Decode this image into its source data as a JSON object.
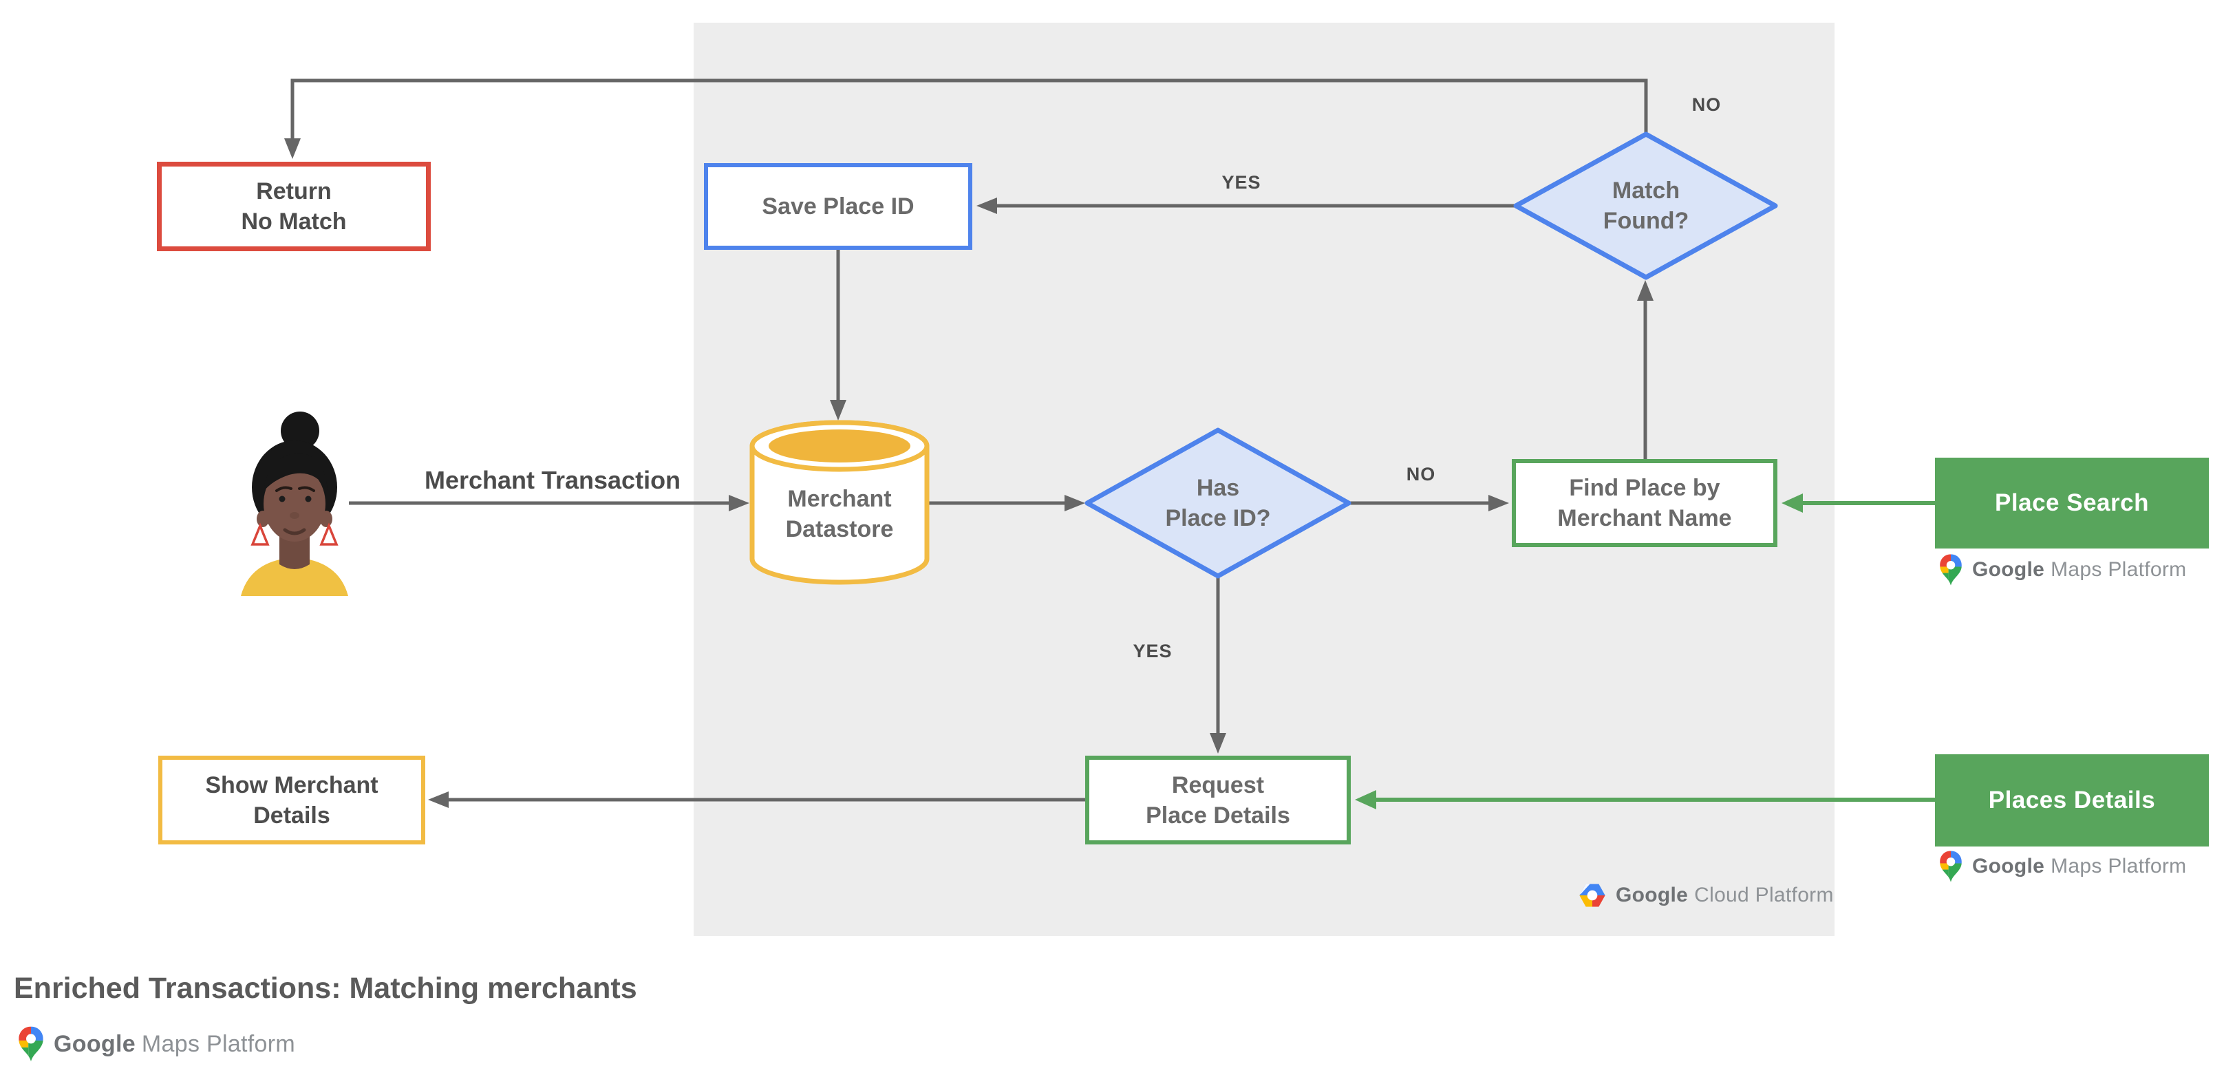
{
  "palette": {
    "red": "#DC4B3E",
    "blue": "#4E83EC",
    "blue-fill": "#DAE4F8",
    "green": "#58A55C",
    "yellow": "#F2BB43",
    "yellow-deep": "#F0B53C",
    "line": "#666666",
    "panel": "#EDEDED",
    "text-node": "#6A6A6A",
    "text-dark": "#4D4D4D",
    "logo-red": "#EA4335",
    "logo-blue": "#4285F4",
    "logo-green": "#34A853",
    "logo-yellow": "#FBBC04"
  },
  "nodes": {
    "return_no_match": {
      "line1": "Return",
      "line2": "No Match"
    },
    "save_place_id": {
      "line1": "Save Place ID"
    },
    "merchant_datastore": {
      "line1": "Merchant",
      "line2": "Datastore"
    },
    "has_place_id": {
      "line1": "Has",
      "line2": "Place ID?"
    },
    "match_found": {
      "line1": "Match",
      "line2": "Found?"
    },
    "find_place_by_merchant_name": {
      "line1": "Find Place by",
      "line2": "Merchant Name"
    },
    "request_place_details": {
      "line1": "Request",
      "line2": "Place Details"
    },
    "show_merchant_details": {
      "line1": "Show Merchant",
      "line2": "Details"
    },
    "place_search": {
      "label": "Place Search"
    },
    "places_details": {
      "label": "Places Details"
    }
  },
  "edge_labels": {
    "match_found_no": "NO",
    "match_found_yes": "YES",
    "has_place_id_no": "NO",
    "has_place_id_yes": "YES",
    "merchant_transaction": "Merchant Transaction"
  },
  "logos": {
    "gmp": {
      "google": "Google",
      "rest": "Maps Platform"
    },
    "gcp": {
      "google": "Google",
      "rest": "Cloud Platform"
    }
  },
  "footer": {
    "title": "Enriched Transactions: Matching merchants"
  }
}
